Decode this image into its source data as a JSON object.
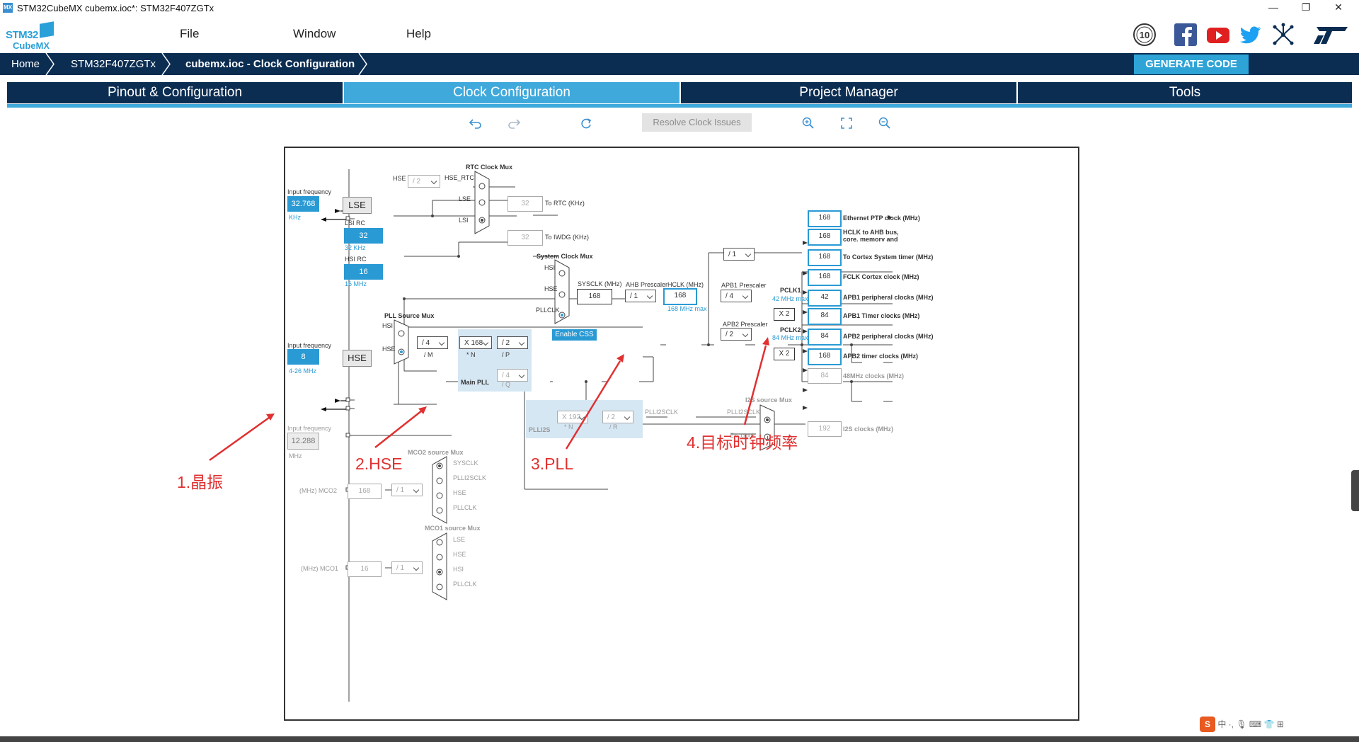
{
  "window": {
    "title": "STM32CubeMX cubemx.ioc*: STM32F407ZGTx",
    "icon_label": "MX",
    "minimize": "—",
    "restore": "❐",
    "close": "✕"
  },
  "logo": {
    "line1": "STM32",
    "line2": "CubeMX"
  },
  "menu": [
    {
      "label": "File"
    },
    {
      "label": "Window"
    },
    {
      "label": "Help"
    }
  ],
  "social_icons": [
    "anniversary-badge-icon",
    "facebook-icon",
    "youtube-icon",
    "twitter-icon",
    "network-icon",
    "st-logo-icon"
  ],
  "badge_text": "10",
  "breadcrumb": {
    "items": [
      {
        "label": "Home"
      },
      {
        "label": "STM32F407ZGTx"
      },
      {
        "label": "cubemx.ioc - Clock Configuration"
      }
    ],
    "generate": "GENERATE CODE"
  },
  "tabs": [
    {
      "label": "Pinout & Configuration",
      "active": false
    },
    {
      "label": "Clock Configuration",
      "active": true
    },
    {
      "label": "Project Manager",
      "active": false
    },
    {
      "label": "Tools",
      "active": false
    }
  ],
  "toolbar": {
    "resolve": "Resolve Clock Issues"
  },
  "colors": {
    "navy": "#0b2d52",
    "accent": "#3fa9dc",
    "annotation": "#e03030"
  },
  "clock": {
    "lse": {
      "label_input": "Input frequency",
      "value": "32.768",
      "unit": "KHz",
      "name": "LSE"
    },
    "lsi": {
      "label": "LSI RC",
      "value": "32",
      "unit": "32 KHz"
    },
    "hsi": {
      "label": "HSI RC",
      "value": "16",
      "unit": "16 MHz"
    },
    "hse": {
      "label_input": "Input frequency",
      "value": "8",
      "range": "4-26 MHz",
      "name": "HSE"
    },
    "i2s_in": {
      "label_input": "Input frequency",
      "value": "12.288",
      "unit": "MHz"
    },
    "rtc": {
      "mux": "RTC Clock Mux",
      "hse": "HSE",
      "div": "/ 2",
      "hse_rtc": "HSE_RTC",
      "lse": "LSE",
      "lsi": "LSI",
      "to_rtc": "32",
      "to_rtc_label": "To RTC (KHz)",
      "to_iwdg": "32",
      "to_iwdg_label": "To IWDG (KHz)"
    },
    "pll": {
      "source_mux": "PLL Source Mux",
      "hsi": "HSI",
      "hse": "HSE",
      "m": "/ 4",
      "m_label": "/ M",
      "n": "X 168",
      "n_label": "* N",
      "p": "/ 2",
      "p_label": "/ P",
      "q": "/ 4",
      "q_label": "/ Q",
      "main": "Main PLL"
    },
    "sysmux": {
      "label": "System Clock Mux",
      "hsi": "HSI",
      "hse": "HSE",
      "pllclk": "PLLCLK",
      "css": "Enable CSS"
    },
    "sysclk": {
      "label": "SYSCLK (MHz)",
      "value": "168"
    },
    "ahb": {
      "label": "AHB Prescaler",
      "value": "/ 1"
    },
    "hclk": {
      "label": "HCLK (MHz)",
      "value": "168",
      "max": "168 MHz max"
    },
    "apb1": {
      "label": "APB1 Prescaler",
      "value": "/ 4",
      "pclk": "PCLK1",
      "max": "42 MHz max",
      "x2": "X 2"
    },
    "apb2": {
      "label": "APB2 Prescaler",
      "value": "/ 2",
      "pclk": "PCLK2",
      "max": "84 MHz max",
      "x2": "X 2"
    },
    "cortex_div": "/ 1",
    "outputs": [
      {
        "value": "168",
        "label": "Ethernet PTP clock (MHz)"
      },
      {
        "value": "168",
        "label": "HCLK to AHB bus, core, memory and DMA (MHz)"
      },
      {
        "value": "168",
        "label": "To Cortex System timer (MHz)"
      },
      {
        "value": "168",
        "label": "FCLK Cortex clock (MHz)"
      },
      {
        "value": "42",
        "label": "APB1 peripheral clocks (MHz)"
      },
      {
        "value": "84",
        "label": "APB1 Timer clocks (MHz)"
      },
      {
        "value": "84",
        "label": "APB2 peripheral clocks (MHz)"
      },
      {
        "value": "168",
        "label": "APB2 timer clocks (MHz)"
      },
      {
        "value": "84",
        "label": "48MHz clocks (MHz)"
      }
    ],
    "plli2s": {
      "n": "X 192",
      "n_label": "* N",
      "r": "/ 2",
      "r_label": "/ R",
      "label": "PLLI2S",
      "out": "PLLI2SCLK"
    },
    "i2s": {
      "mux": "I2S source Mux",
      "in": "PLLI2SCLK",
      "ext": "Ext.clock",
      "value": "192",
      "label": "I2S clocks (MHz)"
    },
    "mco2": {
      "mux": "MCO2 source Mux",
      "opts": [
        "SYSCLK",
        "PLLI2SCLK",
        "HSE",
        "PLLCLK"
      ],
      "div": "/ 1",
      "value": "168",
      "label": "(MHz) MCO2"
    },
    "mco1": {
      "mux": "MCO1 source Mux",
      "opts": [
        "LSE",
        "HSE",
        "HSI",
        "PLLCLK"
      ],
      "div": "/ 1",
      "value": "16",
      "label": "(MHz) MCO1"
    }
  },
  "annotations": {
    "a1": "1.晶振",
    "a2": "2.HSE",
    "a3": "3.PLL",
    "a4": "4.目标时钟频率"
  },
  "tray": {
    "text": "中 ·, 🎙 ⌨ 👕 ⊞"
  }
}
